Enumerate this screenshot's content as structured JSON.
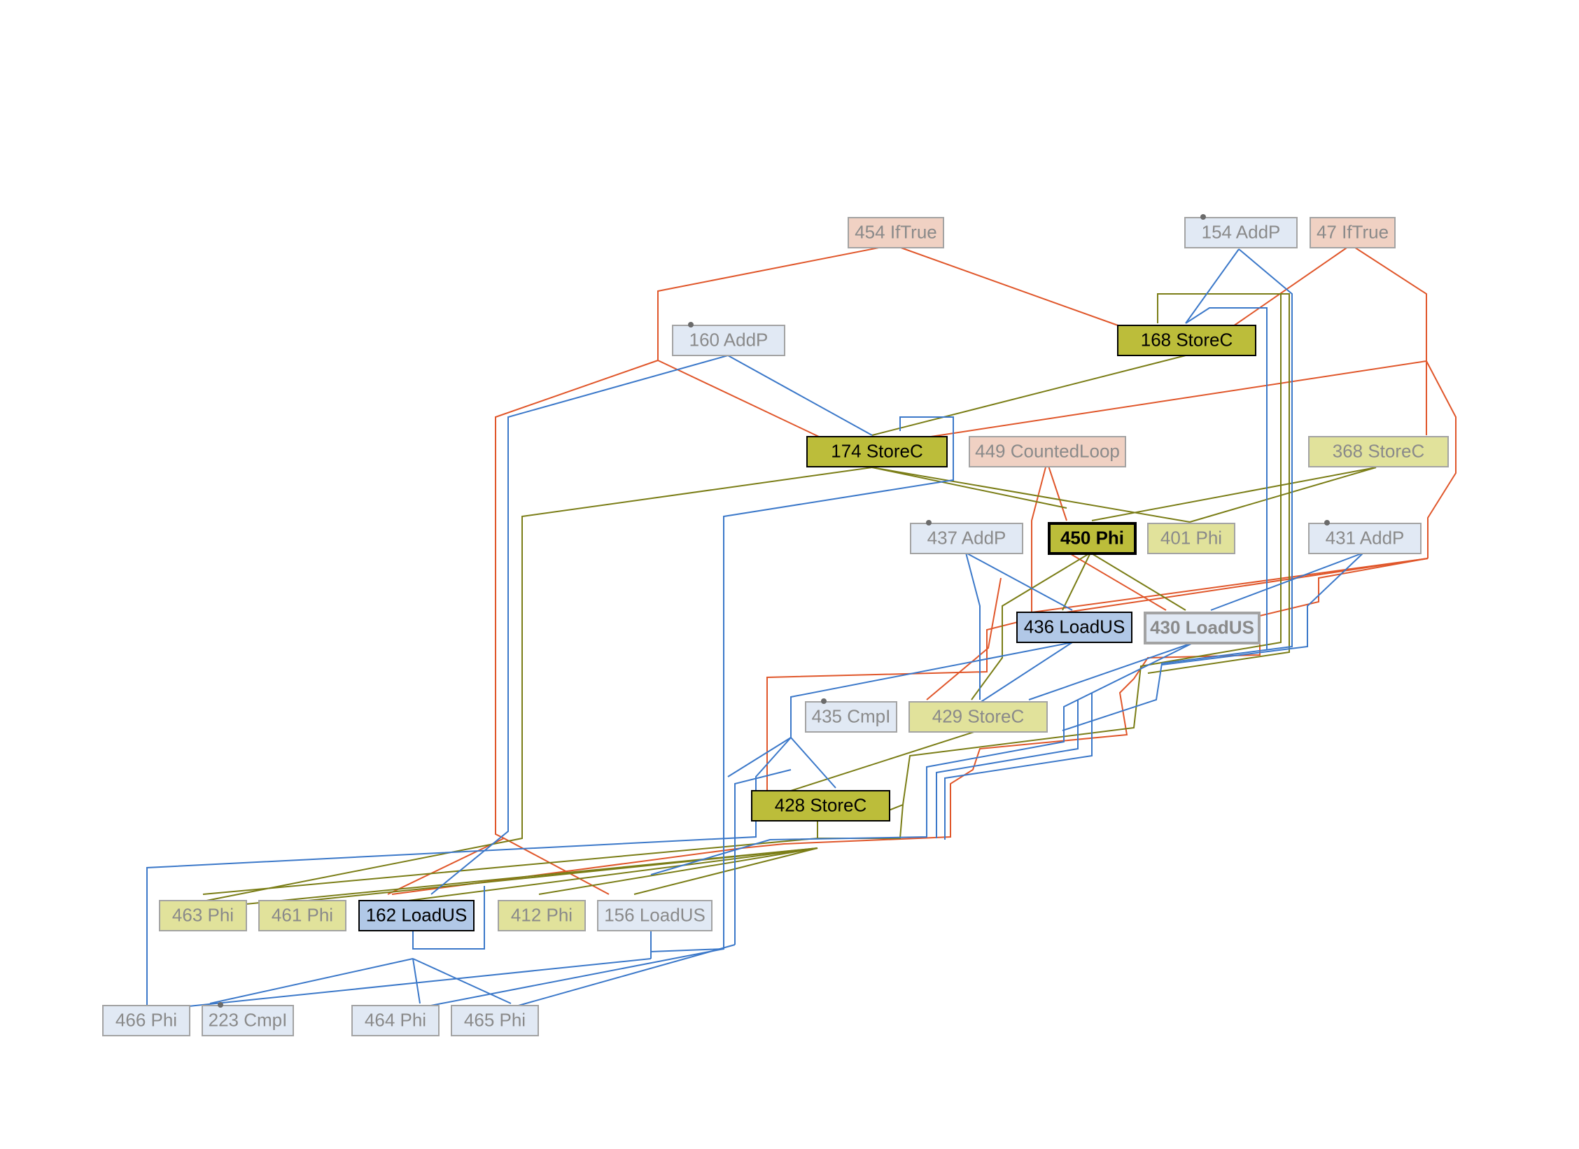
{
  "graph": {
    "colors": {
      "control": "#e0562a",
      "memory": "#7a7d16",
      "data": "#3b78c9"
    },
    "nodes": [
      {
        "key": "n454",
        "label": "454 IfTrue",
        "kind": "control",
        "state": "dim"
      },
      {
        "key": "n154",
        "label": "154 AddP",
        "kind": "data",
        "state": "dim",
        "dot": true
      },
      {
        "key": "n47",
        "label": "47 IfTrue",
        "kind": "control",
        "state": "dim"
      },
      {
        "key": "n160",
        "label": "160 AddP",
        "kind": "data",
        "state": "dim",
        "dot": true
      },
      {
        "key": "n168",
        "label": "168 StoreC",
        "kind": "memory",
        "state": "active"
      },
      {
        "key": "n174",
        "label": "174 StoreC",
        "kind": "memory",
        "state": "active"
      },
      {
        "key": "n449",
        "label": "449 CountedLoop",
        "kind": "control",
        "state": "dim"
      },
      {
        "key": "n368",
        "label": "368 StoreC",
        "kind": "memory",
        "state": "dim"
      },
      {
        "key": "n437",
        "label": "437 AddP",
        "kind": "data",
        "state": "dim",
        "dot": true
      },
      {
        "key": "n450",
        "label": "450 Phi",
        "kind": "memory",
        "state": "selected"
      },
      {
        "key": "n401",
        "label": "401 Phi",
        "kind": "memory",
        "state": "dim"
      },
      {
        "key": "n431",
        "label": "431 AddP",
        "kind": "data",
        "state": "dim",
        "dot": true
      },
      {
        "key": "n436",
        "label": "436 LoadUS",
        "kind": "data",
        "state": "active"
      },
      {
        "key": "n430",
        "label": "430 LoadUS",
        "kind": "data",
        "state": "dim-bold"
      },
      {
        "key": "n435",
        "label": "435 CmpI",
        "kind": "data",
        "state": "dim",
        "dot": true
      },
      {
        "key": "n429",
        "label": "429 StoreC",
        "kind": "memory",
        "state": "dim"
      },
      {
        "key": "n428",
        "label": "428 StoreC",
        "kind": "memory",
        "state": "active"
      },
      {
        "key": "n463",
        "label": "463 Phi",
        "kind": "memory",
        "state": "dim"
      },
      {
        "key": "n461",
        "label": "461 Phi",
        "kind": "memory",
        "state": "dim"
      },
      {
        "key": "n162",
        "label": "162 LoadUS",
        "kind": "data",
        "state": "active"
      },
      {
        "key": "n412",
        "label": "412 Phi",
        "kind": "memory",
        "state": "dim"
      },
      {
        "key": "n156",
        "label": "156 LoadUS",
        "kind": "data",
        "state": "dim"
      },
      {
        "key": "n466",
        "label": "466 Phi",
        "kind": "data",
        "state": "dim"
      },
      {
        "key": "n223",
        "label": "223 CmpI",
        "kind": "data",
        "state": "dim",
        "dot": true
      },
      {
        "key": "n464",
        "label": "464 Phi",
        "kind": "data",
        "state": "dim"
      },
      {
        "key": "n465",
        "label": "465 Phi",
        "kind": "data",
        "state": "dim"
      }
    ]
  }
}
